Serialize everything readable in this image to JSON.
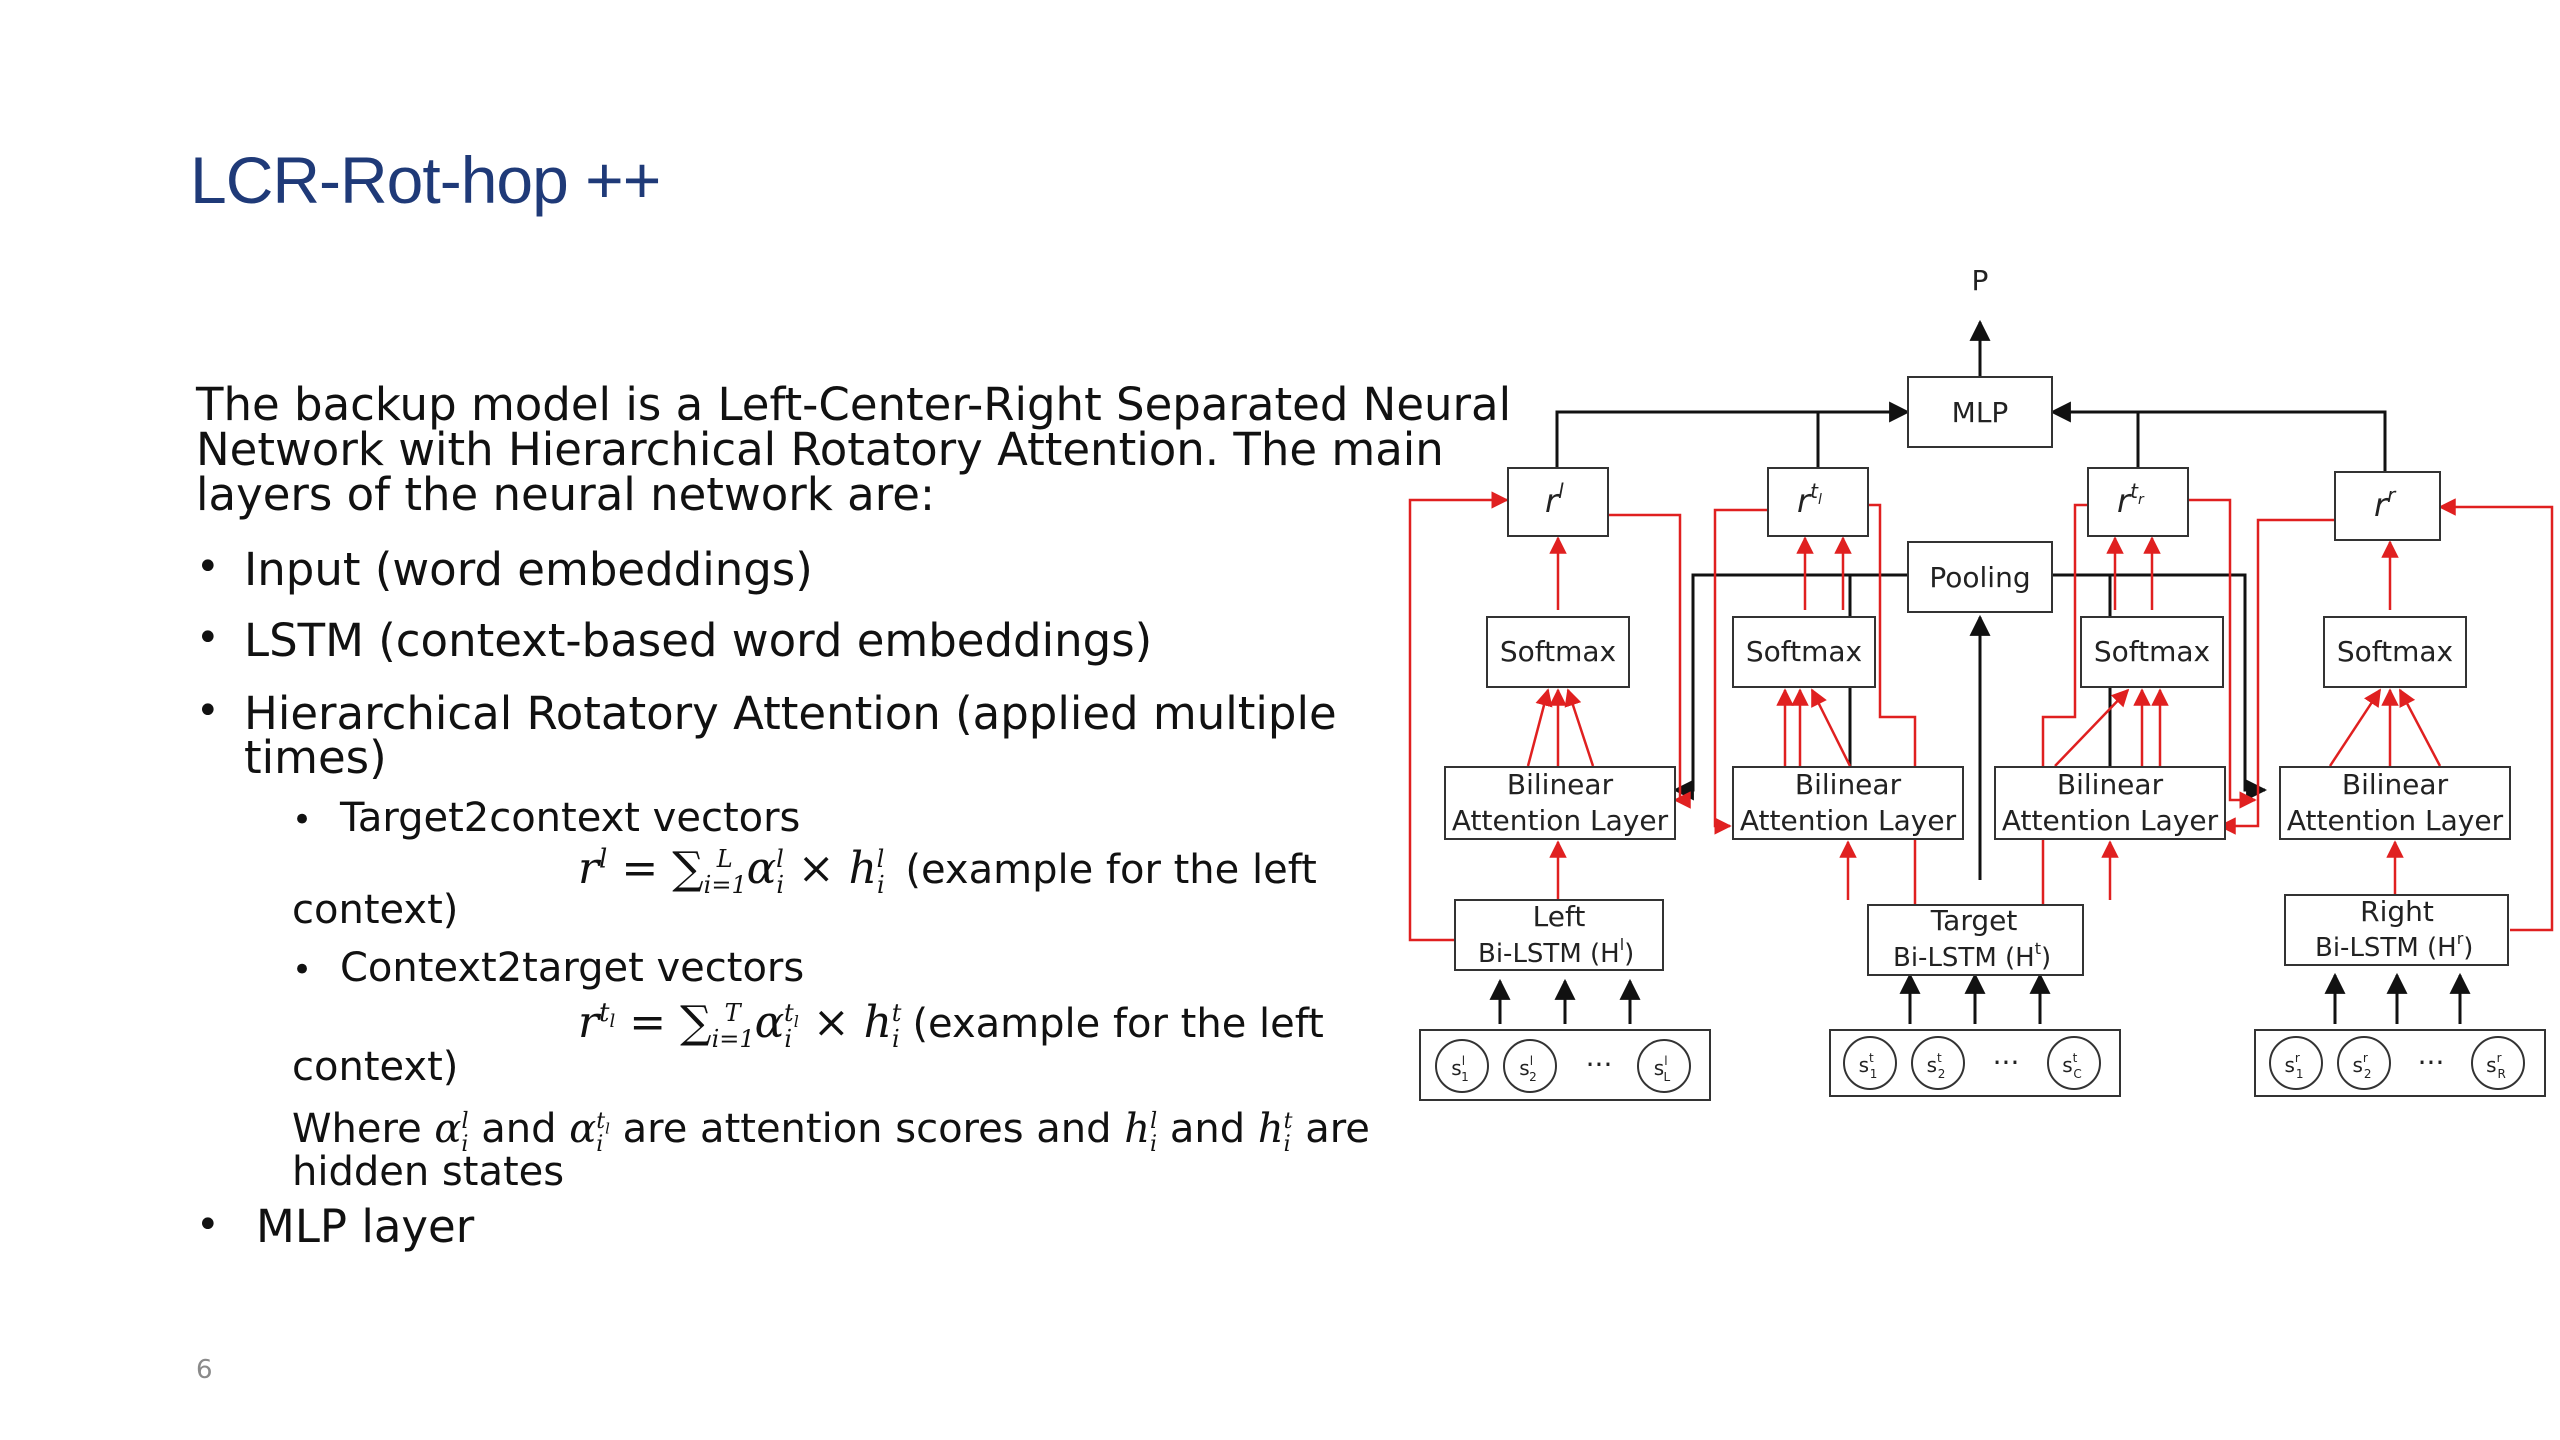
{
  "slide": {
    "title": "LCR-Rot-hop ++",
    "intro": [
      "The backup model is a Left-Center-Right Separated Neural",
      "Network with Hierarchical Rotatory Attention. The main",
      "layers of the neural network are:"
    ],
    "bullets": [
      "Input (word embeddings)",
      "LSTM (context-based word embeddings)",
      "Hierarchical Rotatory Attention (applied multiple",
      "times)"
    ],
    "sub1_label": "Target2context vectors",
    "formula1_tail": "(example for the left",
    "context_word": "context)",
    "sub2_label": "Context2target vectors",
    "formula2_tail": "(example for the left",
    "where_parts": [
      "Where",
      "and",
      "are attention scores and",
      "and",
      "are"
    ],
    "where_line2": "hidden states",
    "last_bullet": "MLP layer",
    "page_number": "6"
  },
  "diagram": {
    "output_label": "P",
    "mlp": "MLP",
    "pooling": "Pooling",
    "softmax": "Softmax",
    "bilinear_1": "Bilinear",
    "bilinear_2": "Attention Layer",
    "left_lstm": [
      "Left",
      "Bi-LSTM (H"
    ],
    "target_lstm": [
      "Target",
      "Bi-LSTM (H"
    ],
    "right_lstm": [
      "Right",
      "Bi-LSTM (H"
    ],
    "ellipsis": "...",
    "arrow_colors": {
      "red": "#e02020",
      "black": "#111111"
    }
  }
}
